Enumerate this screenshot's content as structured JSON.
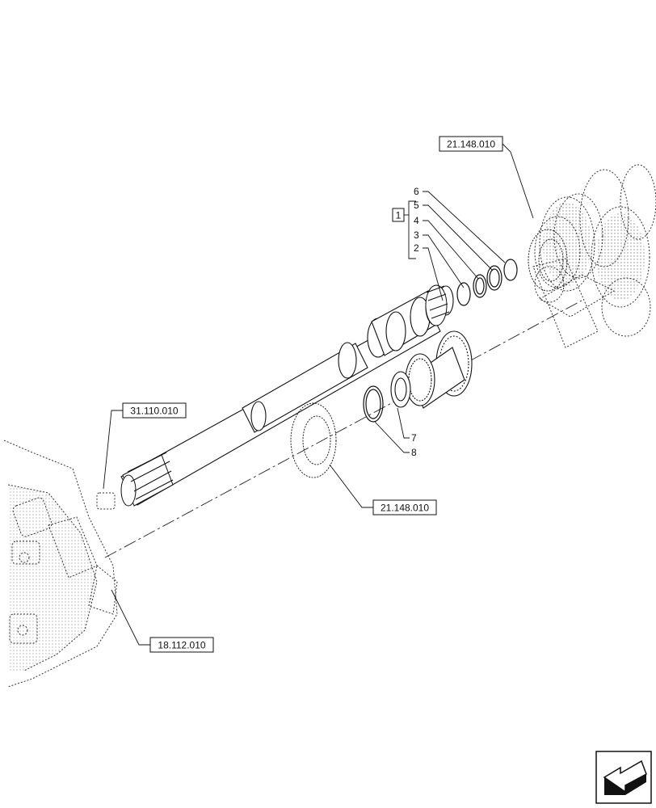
{
  "references": {
    "top_right": "21.148.010",
    "left_shaft": "31.110.010",
    "center_bottom": "21.148.010",
    "lower_left": "18.112.010"
  },
  "group_label": "1",
  "item_numbers": [
    "6",
    "5",
    "4",
    "3",
    "2",
    "7",
    "8"
  ],
  "nav_icon": "next-page-arrow-icon"
}
